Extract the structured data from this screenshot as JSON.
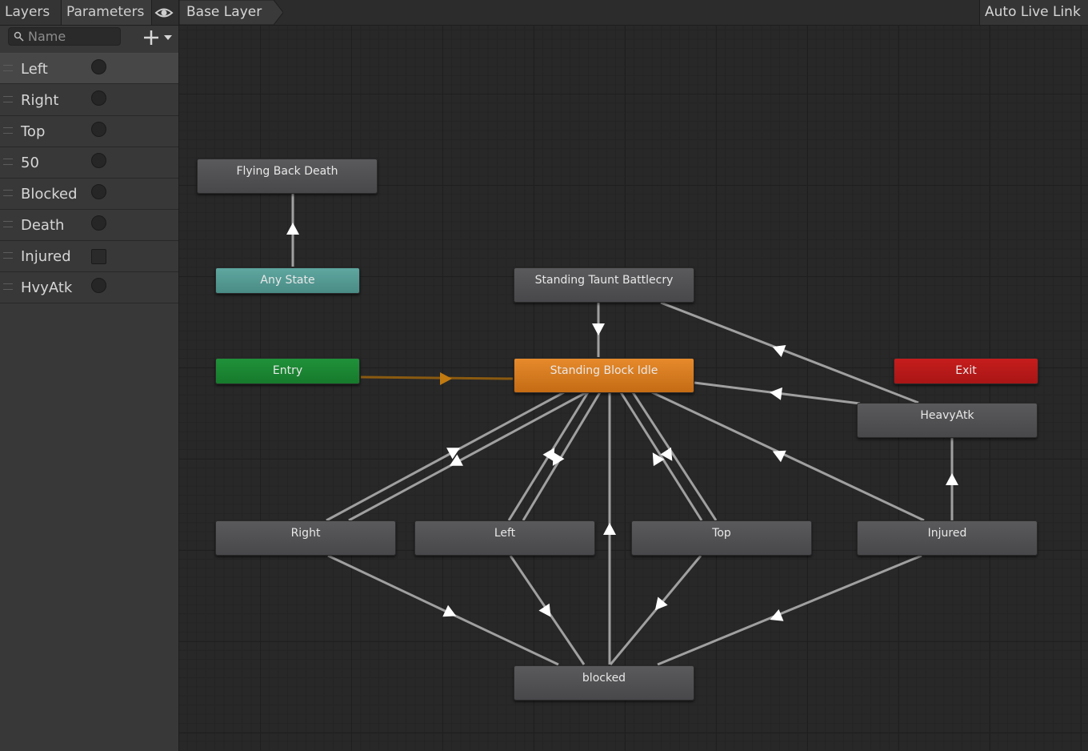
{
  "left_panel": {
    "tabs": {
      "layers": "Layers",
      "parameters": "Parameters"
    },
    "eye_icon": "eye-icon",
    "search": {
      "placeholder": "Name",
      "value": ""
    },
    "add_icon": "plus-icon",
    "parameters": [
      {
        "name": "Left",
        "type": "trigger"
      },
      {
        "name": "Right",
        "type": "trigger"
      },
      {
        "name": "Top",
        "type": "trigger"
      },
      {
        "name": "50",
        "type": "trigger"
      },
      {
        "name": "Blocked",
        "type": "trigger"
      },
      {
        "name": "Death",
        "type": "trigger"
      },
      {
        "name": "Injured",
        "type": "bool",
        "checked": false
      },
      {
        "name": "HvyAtk",
        "type": "trigger"
      }
    ]
  },
  "graph": {
    "breadcrumb": "Base Layer",
    "auto_live_link": "Auto Live Link",
    "states": {
      "flying_back_death": "Flying Back Death",
      "any_state": "Any State",
      "standing_taunt_battlecry": "Standing Taunt Battlecry",
      "entry": "Entry",
      "standing_block_idle": "Standing Block Idle",
      "exit": "Exit",
      "heavy_atk": "HeavyAtk",
      "right": "Right",
      "left": "Left",
      "top": "Top",
      "injured": "Injured",
      "blocked": "blocked"
    },
    "colors": {
      "any_state": "#4f9690",
      "entry": "#1b8532",
      "exit": "#b81a1a",
      "default_state": "#d67b1f",
      "state": "#505053",
      "transition": "#a0a0a0",
      "default_transition": "#8a5a10"
    }
  }
}
